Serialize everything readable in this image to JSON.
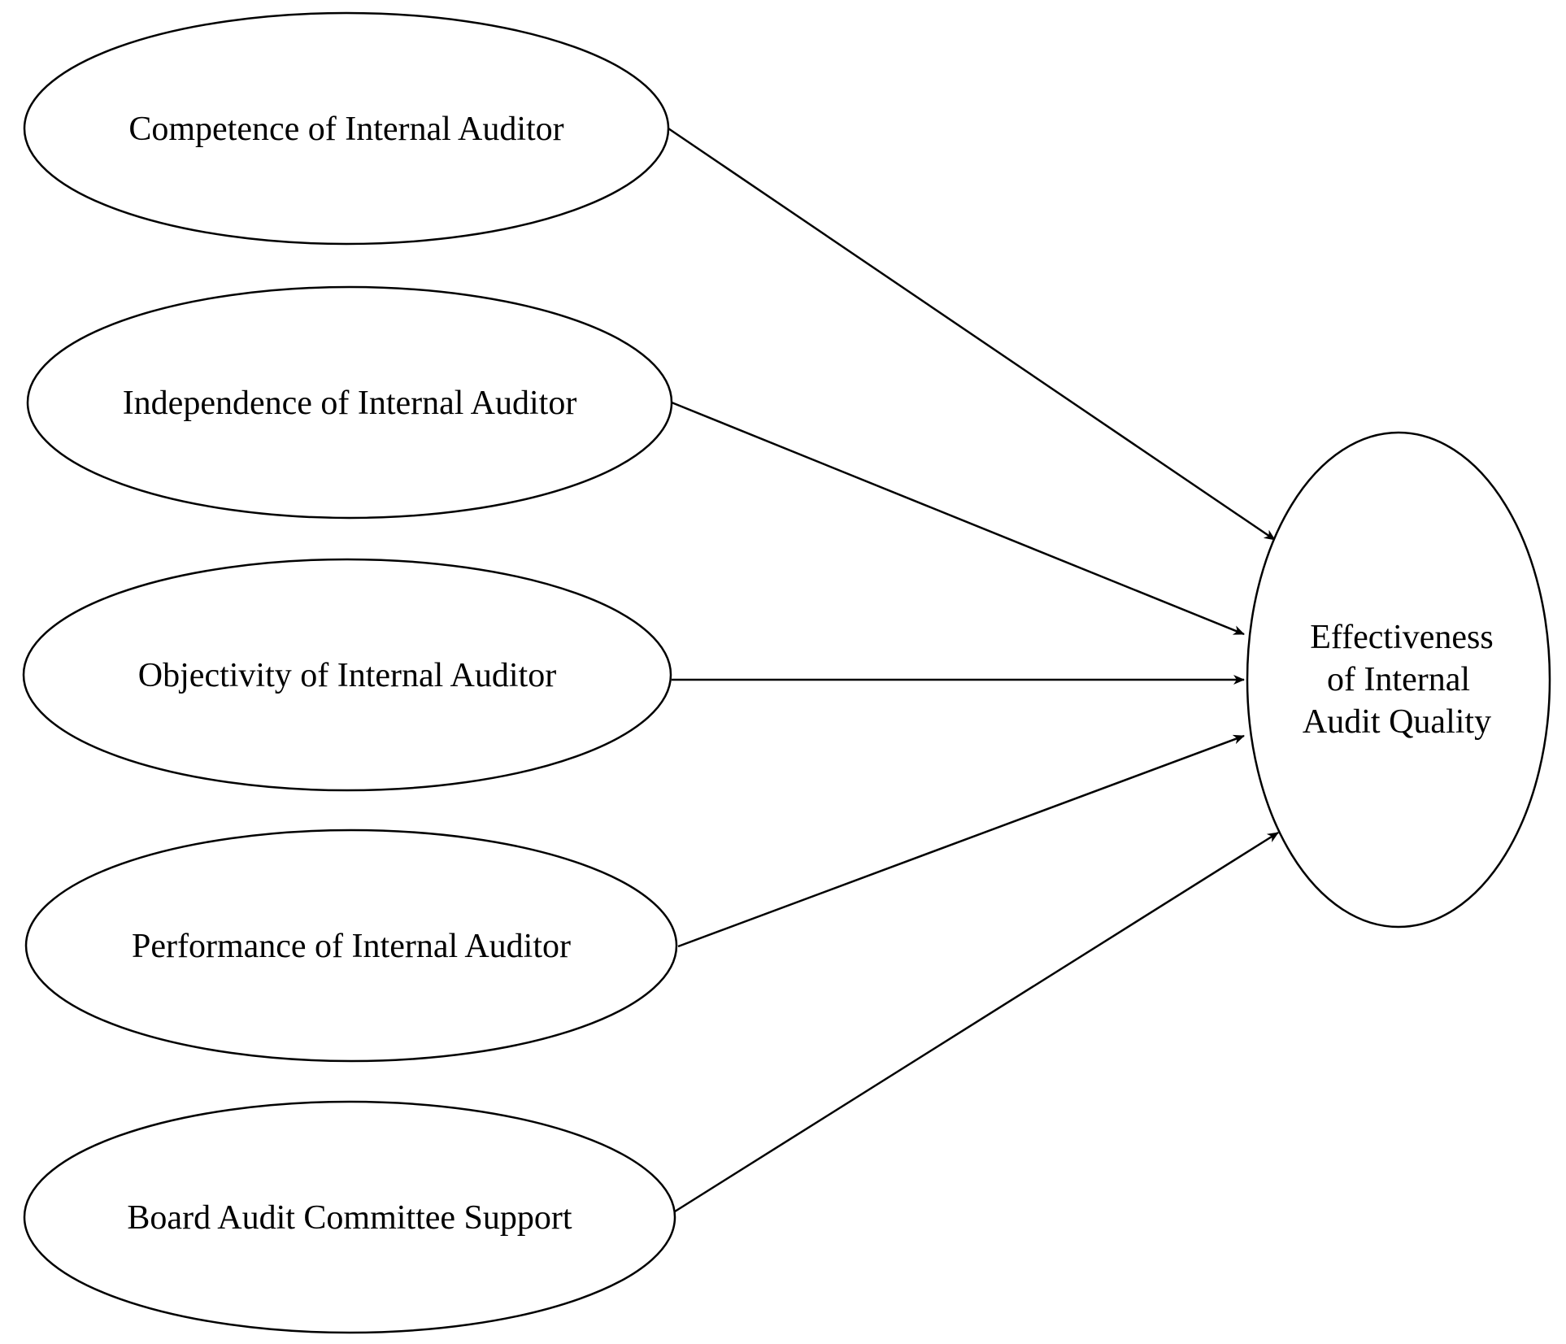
{
  "diagram": {
    "type": "path-model",
    "sources": [
      {
        "id": "competence",
        "label": "Competence of Internal Auditor"
      },
      {
        "id": "independence",
        "label": "Independence of Internal Auditor"
      },
      {
        "id": "objectivity",
        "label": "Objectivity of Internal Auditor"
      },
      {
        "id": "performance",
        "label": "Performance of Internal Auditor"
      },
      {
        "id": "board",
        "label": "Board Audit Committee Support"
      }
    ],
    "target": {
      "id": "effectiveness",
      "label_lines": [
        "Effectiveness",
        "of Internal",
        "Audit Quality"
      ]
    },
    "edges": [
      {
        "from": "competence",
        "to": "effectiveness"
      },
      {
        "from": "independence",
        "to": "effectiveness"
      },
      {
        "from": "objectivity",
        "to": "effectiveness"
      },
      {
        "from": "performance",
        "to": "effectiveness"
      },
      {
        "from": "board",
        "to": "effectiveness"
      }
    ]
  }
}
